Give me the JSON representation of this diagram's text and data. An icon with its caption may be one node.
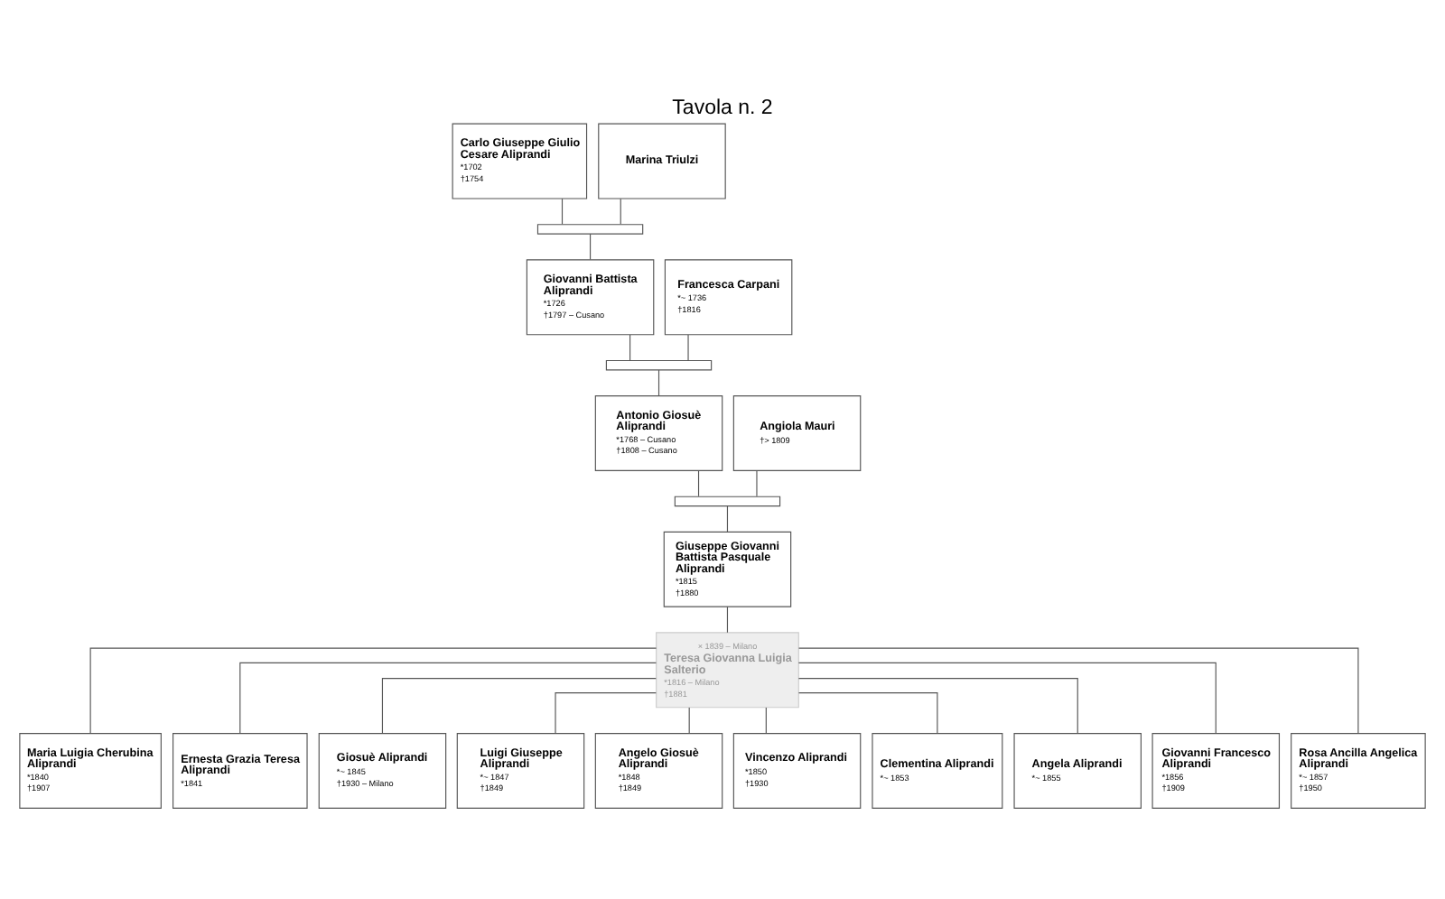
{
  "diagram": {
    "title": "Tavola n. 2",
    "nodes": [
      {
        "text": [
          "Carlo Giuseppe Giulio Cesare Aliprandi",
          "*1702",
          "†1754"
        ]
      },
      {
        "text": [
          "Marina Triulzi"
        ]
      },
      {
        "text": [],
        "shape": "box"
      },
      {
        "text": [
          "Giovanni Battista Aliprandi",
          "*1726",
          "†1797 – Cusano"
        ]
      },
      {
        "text": [
          "Francesca Carpani",
          "*~ 1736",
          "†1816"
        ]
      },
      {
        "text": [],
        "shape": "box"
      },
      {
        "text": [
          "Antonio Giosuè Aliprandi",
          "*1768 – Cusano",
          "†1808 – Cusano"
        ]
      },
      {
        "text": [
          "Angiola Mauri",
          "†> 1809"
        ]
      },
      {
        "text": [],
        "shape": "box"
      },
      {
        "text": [
          "Giuseppe Giovanni Battista Pasquale Aliprandi",
          "*1815",
          "†1880"
        ]
      },
      {
        "text": [
          "× 1839 – Milano",
          "Teresa Giovanna Luigia Salterio",
          "*1816 – Milano",
          "†1881"
        ]
      },
      {
        "text": [
          "Maria Luigia Cherubina Aliprandi",
          "*1840",
          "†1907"
        ]
      },
      {
        "text": [
          "Ernesta Grazia Teresa Aliprandi",
          "*1841"
        ]
      },
      {
        "text": [
          "Giosuè Aliprandi",
          "*~ 1845",
          "†1930 – Milano"
        ]
      },
      {
        "text": [
          "Luigi Giuseppe Aliprandi",
          "*~ 1847",
          "†1849"
        ]
      },
      {
        "text": [
          "Angelo Giosuè Aliprandi",
          "*1848",
          "†1849"
        ]
      },
      {
        "text": [
          "Vincenzo Aliprandi",
          "*1850",
          "†1930"
        ]
      },
      {
        "text": [
          "Clementina Aliprandi",
          "*~ 1853"
        ]
      },
      {
        "text": [
          "Angela Aliprandi",
          "*~ 1855"
        ]
      },
      {
        "text": [
          "Giovanni Francesco Aliprandi",
          "*1856",
          "†1909"
        ]
      },
      {
        "text": [
          "Rosa Ancilla Angelica Aliprandi",
          "*~ 1857",
          "†1950"
        ]
      }
    ],
    "edges": [
      {
        "from": 0,
        "to": 2,
        "arrow": "none"
      },
      {
        "from": 1,
        "to": 2,
        "arrow": "none"
      },
      {
        "from": 2,
        "to": 3,
        "arrow": "none"
      },
      {
        "from": 3,
        "to": 5,
        "arrow": "none"
      },
      {
        "from": 4,
        "to": 5,
        "arrow": "none"
      },
      {
        "from": 5,
        "to": 6,
        "arrow": "none"
      },
      {
        "from": 6,
        "to": 8,
        "arrow": "none"
      },
      {
        "from": 7,
        "to": 8,
        "arrow": "none"
      },
      {
        "from": 8,
        "to": 9,
        "arrow": "none"
      },
      {
        "from": 9,
        "to": 10,
        "arrow": "none"
      },
      {
        "from": 10,
        "to": 11,
        "arrow": "none"
      },
      {
        "from": 10,
        "to": 12,
        "arrow": "none"
      },
      {
        "from": 10,
        "to": 13,
        "arrow": "none"
      },
      {
        "from": 10,
        "to": 14,
        "arrow": "none"
      },
      {
        "from": 10,
        "to": 15,
        "arrow": "none"
      },
      {
        "from": 10,
        "to": 16,
        "arrow": "none"
      },
      {
        "from": 10,
        "to": 17,
        "arrow": "none"
      },
      {
        "from": 10,
        "to": 18,
        "arrow": "none"
      },
      {
        "from": 10,
        "to": 19,
        "arrow": "none"
      },
      {
        "from": 10,
        "to": 20,
        "arrow": "none"
      }
    ]
  }
}
